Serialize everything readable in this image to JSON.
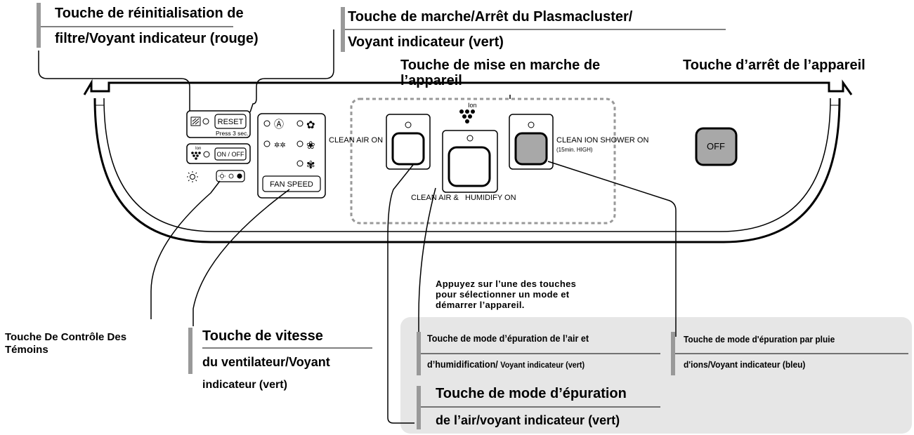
{
  "callouts": {
    "filter_reset": {
      "line1": "Touche de réinitialisation de",
      "line2": "filtre/Voyant indicateur (rouge)"
    },
    "plasmacluster": {
      "line1": "Touche de marche/Arrêt du Plasmacluster/",
      "line2": "Voyant indicateur (vert)"
    },
    "power_on": {
      "line1": "Touche de mise en marche de",
      "line2": "l’appareil"
    },
    "power_off": "Touche d’arrêt de l’appareil",
    "indicator_control": {
      "line1": "Touche De Contrôle Des",
      "line2": "Témoins"
    },
    "fan_speed": {
      "line1": "Touche de vitesse",
      "line2": "du ventilateur/Voyant",
      "line3": "indicateur (vert)"
    },
    "instruction": {
      "line1": "Appuyez sur l’une des touches",
      "line2": "pour sélectionner un mode et",
      "line3": "démarrer l’appareil."
    },
    "humidify_mode": {
      "line1": "Touche de mode d’épuration de l’air et",
      "line2": "d’humidification/",
      "line2b": "Voyant indicateur (vert)"
    },
    "ion_mode": {
      "line1": "Touche de mode d'épuration par pluie",
      "line2": "d'ions/Voyant indicateur (bleu)"
    },
    "air_mode": {
      "line1": "Touche de mode d’épuration",
      "line2": "de l’air/voyant indicateur (vert)"
    }
  },
  "panel": {
    "reset_button": "RESET",
    "press_note": "Press 3 sec.",
    "ion_word": "Ion",
    "onoff_button": "ON / OFF",
    "fan_speed_button": "FAN SPEED",
    "clean_air_on": "CLEAN AIR ON",
    "clean_air_humidify_on": "CLEAN AIR &   HUMIDIFY ON",
    "clean_ion_shower_on": "CLEAN ION SHOWER ON",
    "clean_ion_sub": "(15min. HIGH)",
    "off_button": "OFF"
  }
}
